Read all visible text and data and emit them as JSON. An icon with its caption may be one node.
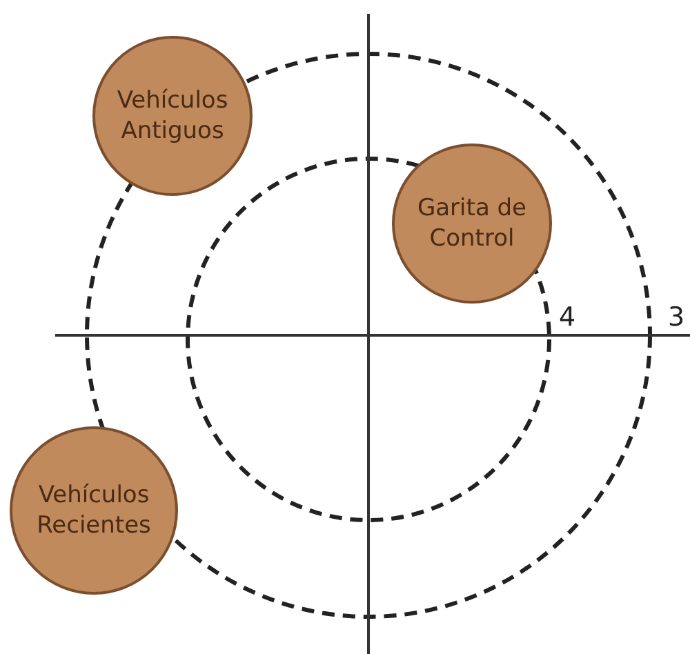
{
  "diagram": {
    "nodes": [
      {
        "text": [
          "Vehículos Antiguos"
        ]
      },
      {
        "text": [
          "Garita de Control"
        ]
      },
      {
        "text": [
          "Vehículos Recientes"
        ]
      }
    ],
    "labels": [
      "4",
      "3"
    ]
  }
}
